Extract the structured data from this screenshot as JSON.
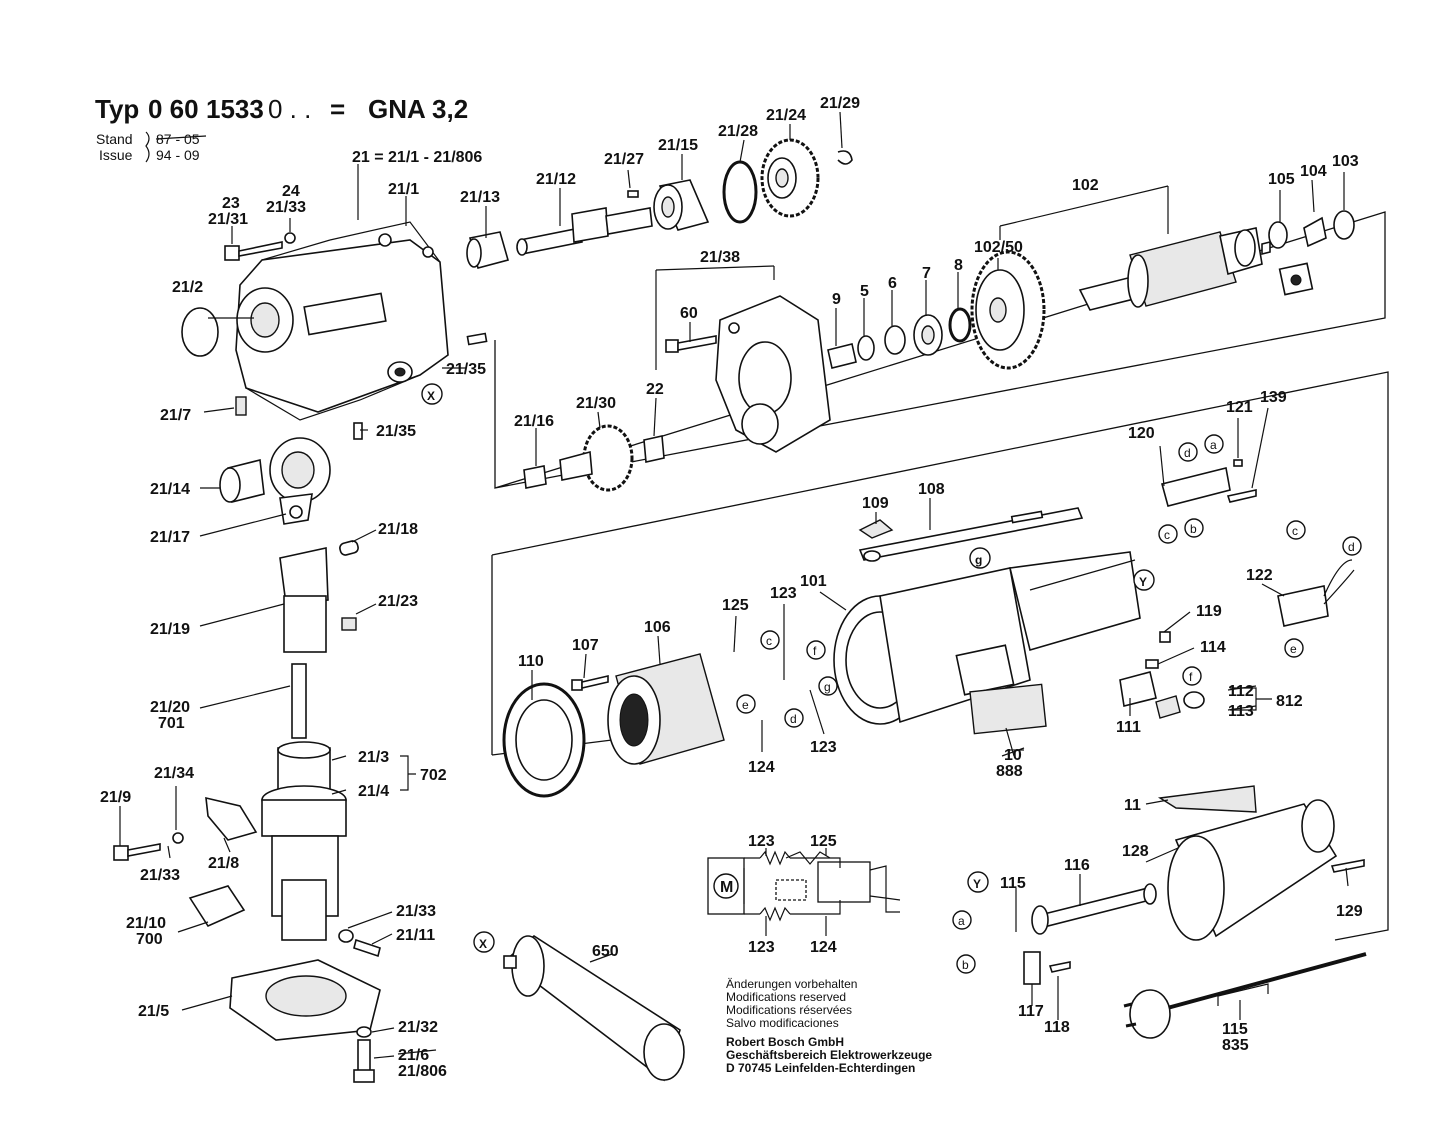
{
  "header": {
    "title_prefix": "Typ",
    "title_code_a": "0 60",
    "title_code_b": "1533",
    "title_code_c": "0 . .",
    "title_eq": "=",
    "title_model": "GNA 3,2",
    "stand_label": "Stand",
    "stand_value": "87 - 05",
    "issue_label": "Issue",
    "issue_value": "94 - 09"
  },
  "labels": {
    "l21eq": "21 = 21/1 - 21/806",
    "l21_1": "21/1",
    "l23": "23",
    "l21_31": "21/31",
    "l24": "24",
    "l21_33a": "21/33",
    "l21_13": "21/13",
    "l21_12": "21/12",
    "l21_27": "21/27",
    "l21_15": "21/15",
    "l21_28": "21/28",
    "l21_24": "21/24",
    "l21_29": "21/29",
    "l102": "102",
    "l105": "105",
    "l104": "104",
    "l103": "103",
    "l21_2": "21/2",
    "l21_38": "21/38",
    "l102_50": "102/50",
    "l8": "8",
    "l7": "7",
    "l6": "6",
    "l5": "5",
    "l9": "9",
    "l60": "60",
    "l21_35a": "21/35",
    "l21_35b": "21/35",
    "l21_7": "21/7",
    "l22": "22",
    "l21_30": "21/30",
    "l21_16": "21/16",
    "l21_14": "21/14",
    "l21_17": "21/17",
    "l21_18": "21/18",
    "l21_23": "21/23",
    "l21_19": "21/19",
    "l21_20": "21/20",
    "l701": "701",
    "l21_3": "21/3",
    "l21_4": "21/4",
    "l702": "702",
    "l21_34": "21/34",
    "l21_9": "21/9",
    "l21_33b": "21/33",
    "l21_8": "21/8",
    "l21_10": "21/10",
    "l700": "700",
    "l21_33c": "21/33",
    "l21_11": "21/11",
    "l21_5": "21/5",
    "l21_32": "21/32",
    "l21_6": "21/6",
    "l21_806": "21/806",
    "l120": "120",
    "l121": "121",
    "l139": "139",
    "l109": "109",
    "l108": "108",
    "l122": "122",
    "l125a": "125",
    "l123a": "123",
    "l101": "101",
    "l106": "106",
    "l107": "107",
    "l110": "110",
    "l119": "119",
    "l114": "114",
    "l112": "112",
    "l113": "113",
    "l812": "812",
    "l111": "111",
    "l123b": "123",
    "l124a": "124",
    "l10": "10",
    "l888": "888",
    "l11": "11",
    "l123c": "123",
    "l125b": "125",
    "l123d": "123",
    "l124b": "124",
    "l650": "650",
    "l116": "116",
    "l128": "128",
    "l115a": "115",
    "l129": "129",
    "l117": "117",
    "l118": "118",
    "l115b": "115",
    "l835": "835"
  },
  "circled": {
    "X": "X",
    "Y": "Y",
    "a": "a",
    "b": "b",
    "c": "c",
    "d": "d",
    "e": "e",
    "f": "f",
    "g": "g",
    "M": "M"
  },
  "notes": {
    "line1": "Änderungen vorbehalten",
    "line2": "Modifications reserved",
    "line3": "Modifications réservées",
    "line4": "Salvo modificaciones",
    "company1": "Robert Bosch GmbH",
    "company2": "Geschäftsbereich Elektrowerkzeuge",
    "company3": "D 70745 Leinfelden-Echterdingen"
  }
}
